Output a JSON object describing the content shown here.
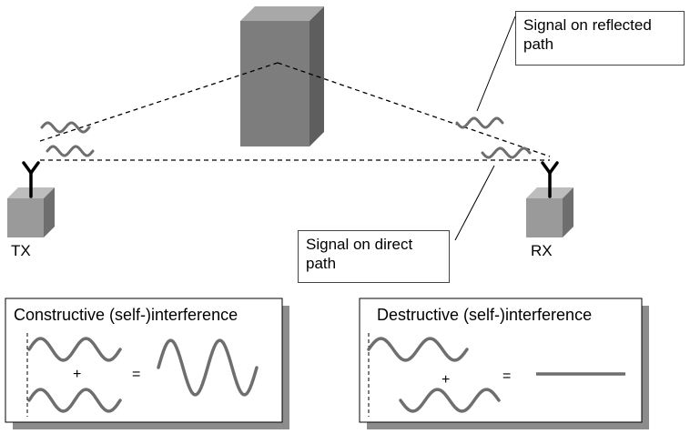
{
  "labels": {
    "tx": "TX",
    "rx": "RX",
    "reflected_callout": "Signal on reflected path",
    "direct_callout": "Signal on direct path"
  },
  "panels": {
    "constructive": {
      "title": "Constructive (self-)interference",
      "plus": "+",
      "equals": "="
    },
    "destructive": {
      "title": "Destructive (self-)interference",
      "plus": "+",
      "equals": "="
    }
  },
  "colors": {
    "building_front": "#7d7d7d",
    "building_side": "#5e5e5e",
    "building_top": "#a8a8a8",
    "box_front": "#9a9a9a",
    "wave": "#6e6e6e",
    "panel_shadow": "#8c8c8c"
  }
}
